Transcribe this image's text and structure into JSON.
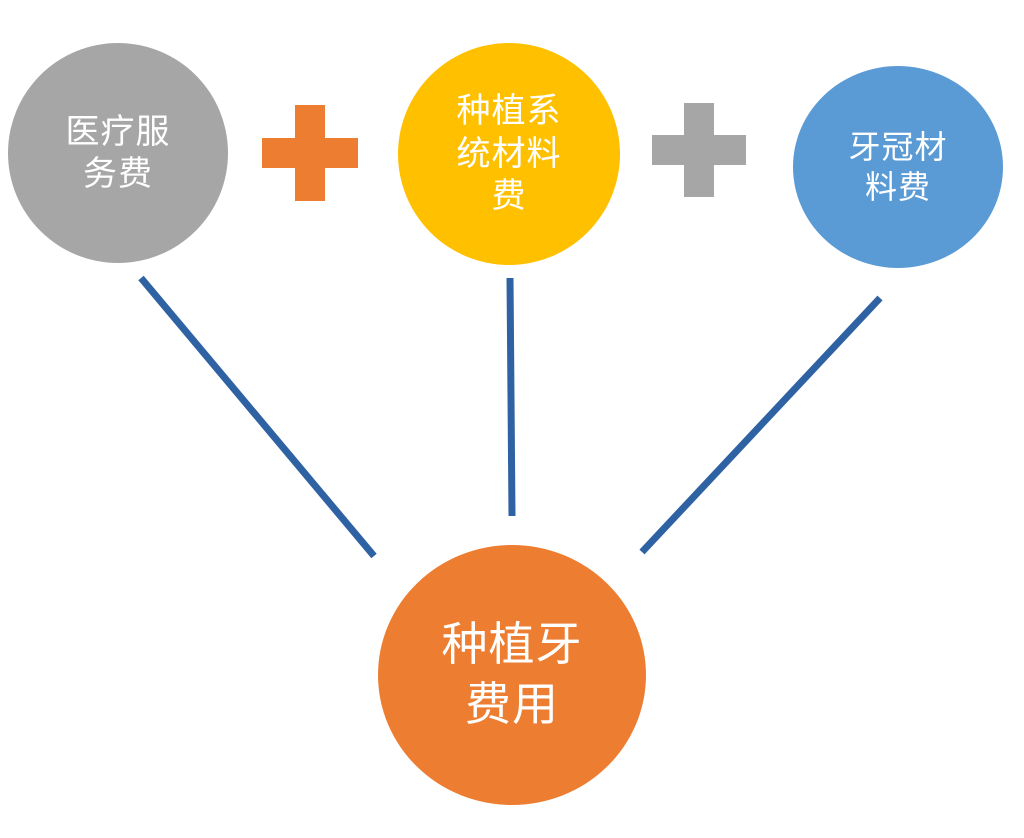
{
  "nodes": {
    "medical_service_fee": {
      "label": "医疗服务费",
      "color": "#a6a6a6"
    },
    "implant_system_fee": {
      "label": "种植系统材料费",
      "color": "#ffc000"
    },
    "crown_material_fee": {
      "label": "牙冠材料费",
      "color": "#5b9bd5"
    },
    "total_implant_cost": {
      "label": "种植牙费用",
      "color": "#ed7d31"
    }
  },
  "operators": {
    "plus_1": {
      "color": "#ed7d31"
    },
    "plus_2": {
      "color": "#a6a6a6"
    }
  },
  "connectors": {
    "color": "#2e62a3"
  }
}
